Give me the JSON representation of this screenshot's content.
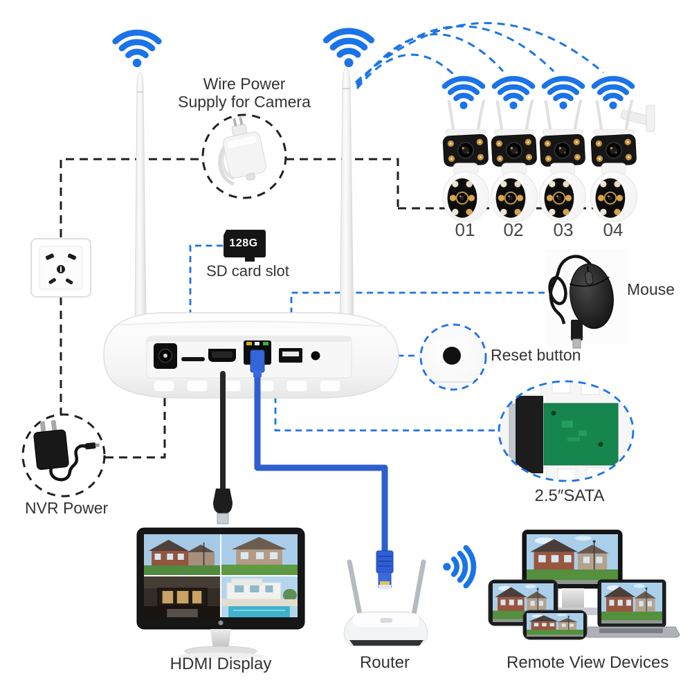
{
  "labels": {
    "wire_power_line1": "Wire Power",
    "wire_power_line2": "Supply for Camera",
    "sd_capacity": "128G",
    "sd_slot": "SD card slot",
    "mouse": "Mouse",
    "reset": "Reset button",
    "sata": "2.5″SATA",
    "nvr_power": "NVR Power",
    "hdmi_display": "HDMI Display",
    "router": "Router",
    "remote_view": "Remote View Devices"
  },
  "cameras": [
    {
      "id": "01"
    },
    {
      "id": "02"
    },
    {
      "id": "03"
    },
    {
      "id": "04"
    }
  ],
  "icons": {
    "wifi": "wifi-signal",
    "router_wifi": "wifi-signal-sideways"
  },
  "colors": {
    "wifi_blue": "#1a73e8",
    "dashed_black": "#1f1f1f",
    "ethernet_blue": "#2e5ecf",
    "pcb_green": "#17864e"
  }
}
